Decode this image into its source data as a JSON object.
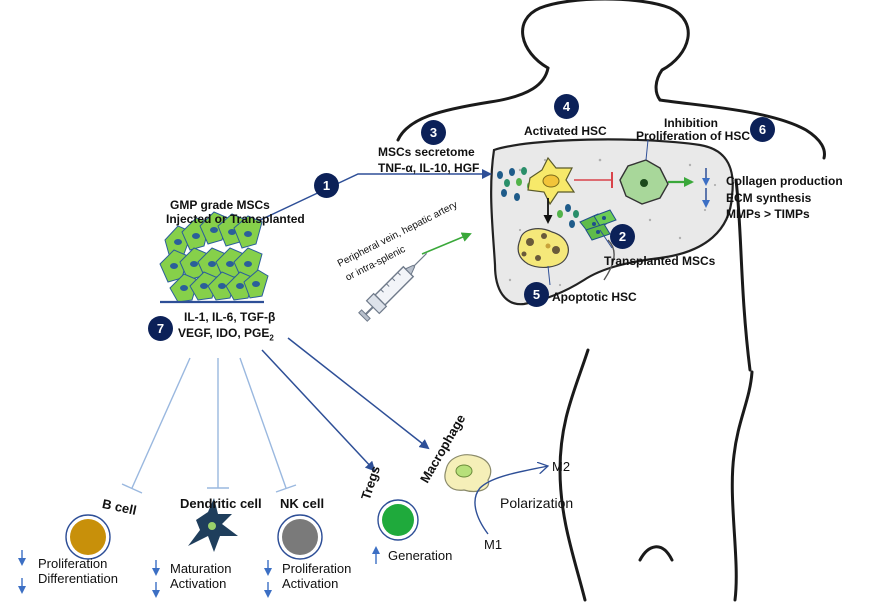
{
  "steps": [
    "1",
    "2",
    "3",
    "4",
    "5",
    "6",
    "7"
  ],
  "msc": {
    "line1": "GMP grade MSCs",
    "line2": "Injected or Transplanted"
  },
  "secretome": {
    "line1": "MSCs secretome",
    "line2": "TNF-α, IL-10, HGF"
  },
  "route": {
    "line1": "Peripheral vein, hepatic artery",
    "line2": "or intra-splenic"
  },
  "liver": {
    "activated_hsc": "Activated HSC",
    "inhibition_line1": "Inhibition",
    "inhibition_line2": "Proliferation of HSC",
    "transplanted_mscs": "Transplanted MSCs",
    "apoptotic_hsc": "Apoptotic HSC"
  },
  "effects": {
    "line1": "Collagen production",
    "line2": "ECM synthesis",
    "line3": "MMPs > TIMPs"
  },
  "factors": {
    "line1": "IL-1, IL-6, TGF-β",
    "line2_main": "VEGF, IDO, PGE",
    "line2_sub": "2"
  },
  "cells": {
    "b_cell": {
      "name": "B cell",
      "effect1": "Proliferation",
      "effect2": "Differentiation",
      "color": "#c8900a"
    },
    "dendritic": {
      "name": "Dendritic cell",
      "effect1": "Maturation",
      "effect2": "Activation",
      "color": "#1f3e5c"
    },
    "nk_cell": {
      "name": "NK cell",
      "effect1": "Proliferation",
      "effect2": "Activation",
      "color": "#7a7a7a"
    },
    "tregs": {
      "name": "Tregs",
      "effect1": "Generation",
      "color": "#1faa3c"
    },
    "macrophage": {
      "name": "Macrophage",
      "color": "#f5efb8"
    }
  },
  "polarization": {
    "label": "Polarization",
    "m1": "M1",
    "m2": "M2"
  },
  "colors": {
    "badge": "#0c2158",
    "arrow_dark": "#2e4f97",
    "arrow_light": "#7fa6d6",
    "green": "#3aa83a",
    "red": "#d9434a"
  }
}
